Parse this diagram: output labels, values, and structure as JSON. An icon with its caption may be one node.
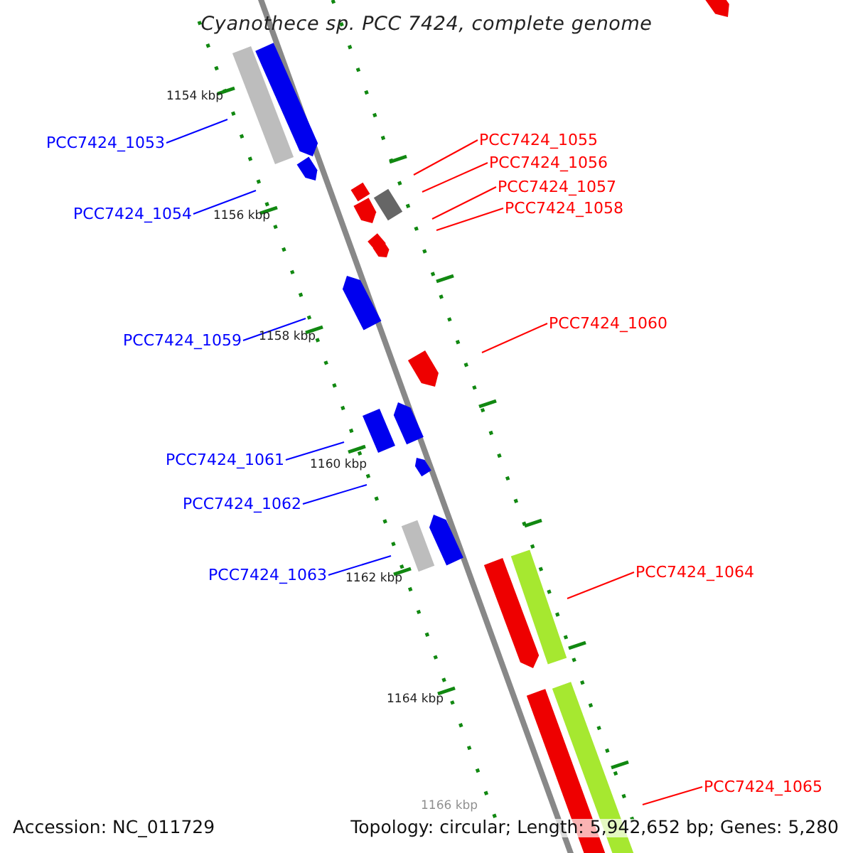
{
  "diagram": {
    "title": "Cyanothece sp. PCC 7424, complete genome",
    "nodes": [
      {
        "text": [
          "PCC7424_1053"
        ]
      },
      {
        "text": [
          "PCC7424_1054"
        ]
      },
      {
        "text": [
          "PCC7424_1055"
        ]
      },
      {
        "text": [
          "PCC7424_1056"
        ]
      },
      {
        "text": [
          "PCC7424_1057"
        ]
      },
      {
        "text": [
          "PCC7424_1058"
        ]
      },
      {
        "text": [
          "PCC7424_1059"
        ]
      },
      {
        "text": [
          "PCC7424_1060"
        ]
      },
      {
        "text": [
          "PCC7424_1061"
        ]
      },
      {
        "text": [
          "PCC7424_1062"
        ]
      },
      {
        "text": [
          "PCC7424_1063"
        ]
      },
      {
        "text": [
          "PCC7424_1064"
        ]
      },
      {
        "text": [
          "PCC7424_1065"
        ]
      }
    ],
    "edges": [
      {
        "from": 0,
        "to": null,
        "arrow": "none",
        "color": "#0000ff"
      },
      {
        "from": 1,
        "to": null,
        "arrow": "none",
        "color": "#0000ff"
      },
      {
        "from": 2,
        "to": null,
        "arrow": "none",
        "color": "#ff0000"
      },
      {
        "from": 3,
        "to": null,
        "arrow": "none",
        "color": "#ff0000"
      },
      {
        "from": 4,
        "to": null,
        "arrow": "none",
        "color": "#ff0000"
      },
      {
        "from": 5,
        "to": null,
        "arrow": "none",
        "color": "#ff0000"
      },
      {
        "from": 6,
        "to": null,
        "arrow": "none",
        "color": "#0000ff"
      },
      {
        "from": 7,
        "to": null,
        "arrow": "none",
        "color": "#ff0000"
      },
      {
        "from": 8,
        "to": null,
        "arrow": "none",
        "color": "#0000ff"
      },
      {
        "from": 9,
        "to": null,
        "arrow": "none",
        "color": "#0000ff"
      },
      {
        "from": 10,
        "to": null,
        "arrow": "none",
        "color": "#0000ff"
      },
      {
        "from": 11,
        "to": null,
        "arrow": "none",
        "color": "#ff0000"
      },
      {
        "from": 12,
        "to": null,
        "arrow": "none",
        "color": "#ff0000"
      }
    ],
    "labels": [
      "1154 kbp",
      "1156 kbp",
      "1158 kbp",
      "1160 kbp",
      "1162 kbp",
      "1164 kbp",
      "1166 kbp",
      "Accession: NC_011729",
      "Topology: circular; Length: 5,942,652 bp; Genes: 5,280"
    ]
  }
}
